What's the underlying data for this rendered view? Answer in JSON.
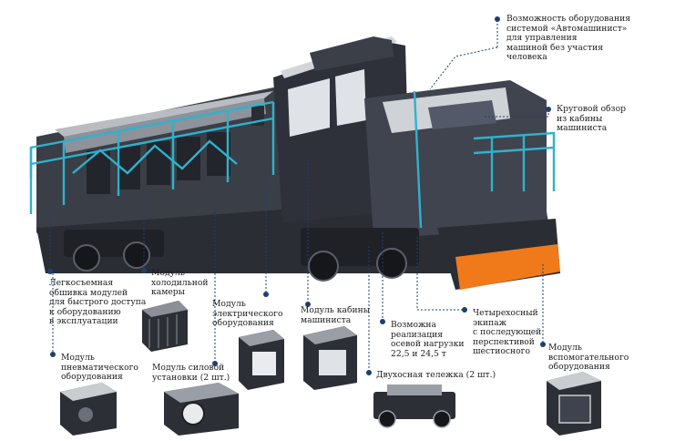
{
  "colors": {
    "body_dark": "#2d3038",
    "body_mid": "#4a4f5a",
    "body_light": "#c9ccd1",
    "rail_cyan": "#2fb2cc",
    "accent_orange": "#f07a1a",
    "leader_dot": "#1f3f6e"
  },
  "labels": {
    "automachinist": "Возможность оборудования\nсистемой «Автомашинист»\nдля управления\nмашиной без участия\nчеловека",
    "cab_view": "Круговой обзор\nиз кабины\nмашиниста",
    "removable_panels": "Легкосъемная\nобшивка модулей\nдля быстрого доступа\nк оборудованию\nв эксплуатации",
    "cooling_module": "Модуль\nхолодильной\nкамеры",
    "electrical_module": "Модуль\nэлектрического\nоборудования",
    "cab_module": "Модуль кабины\nмашиниста",
    "axle_load": "Возможна\nреализация\nосевой нагрузки\n22,5 и 24,5 т",
    "four_axle": "Четырехосный\nэкипаж\nс последующей\nперспективой\nшестиосного",
    "pneumatic_module": "Модуль\nпневматического\nоборудования",
    "power_unit_module": "Модуль силовой\nустановки (2 шт.)",
    "two_axle_bogie": "Двухосная тележка (2 шт.)",
    "auxiliary_module": "Модуль\nвспомогательного\nоборудования"
  }
}
